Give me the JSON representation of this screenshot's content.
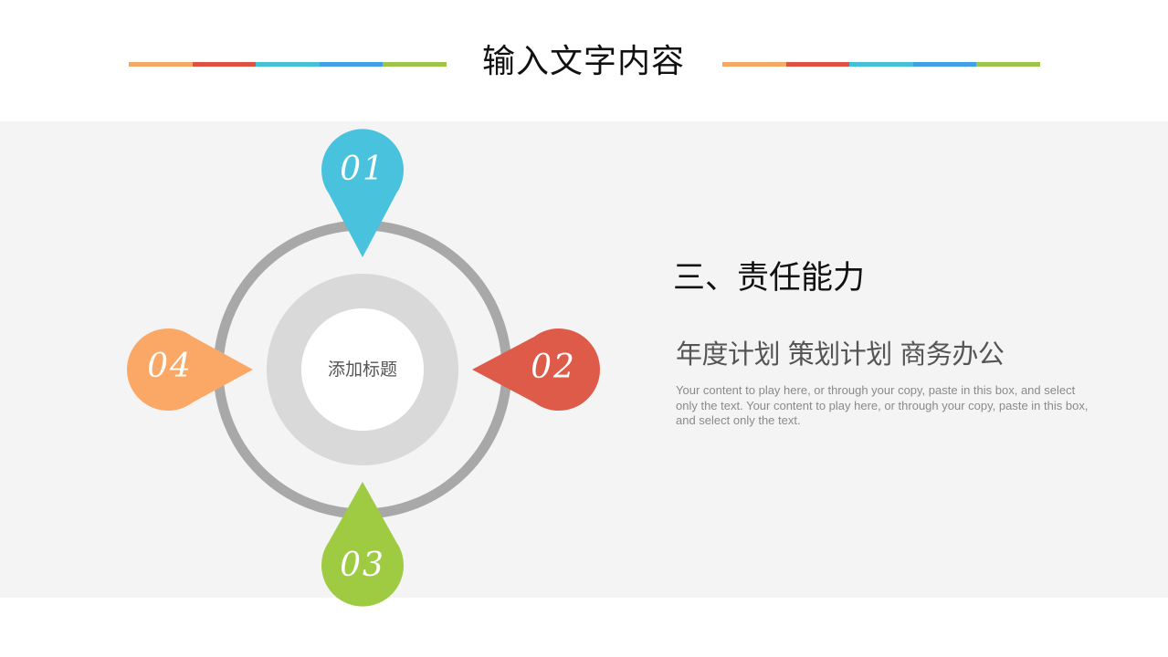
{
  "header": {
    "title": "输入文字内容",
    "deco_colors": [
      "#f5a864",
      "#df5040",
      "#45c0d9",
      "#3fa0e8",
      "#9ec54a"
    ]
  },
  "diagram": {
    "center_label": "添加标题",
    "ring_color": "#a8a8a8",
    "donut_color": "#d9d9d9",
    "pins": [
      {
        "number": "01",
        "color": "#49c3dd",
        "position": "top"
      },
      {
        "number": "02",
        "color": "#de5b49",
        "position": "right"
      },
      {
        "number": "03",
        "color": "#9ecb42",
        "position": "bottom"
      },
      {
        "number": "04",
        "color": "#fba866",
        "position": "left"
      }
    ]
  },
  "content": {
    "section_title": "三、责任能力",
    "subtitle": "年度计划 策划计划 商务办公",
    "body": "Your content to play here, or through your copy, paste in this box, and select only the text. Your content to play here, or through your copy, paste in this box, and select only the text."
  }
}
